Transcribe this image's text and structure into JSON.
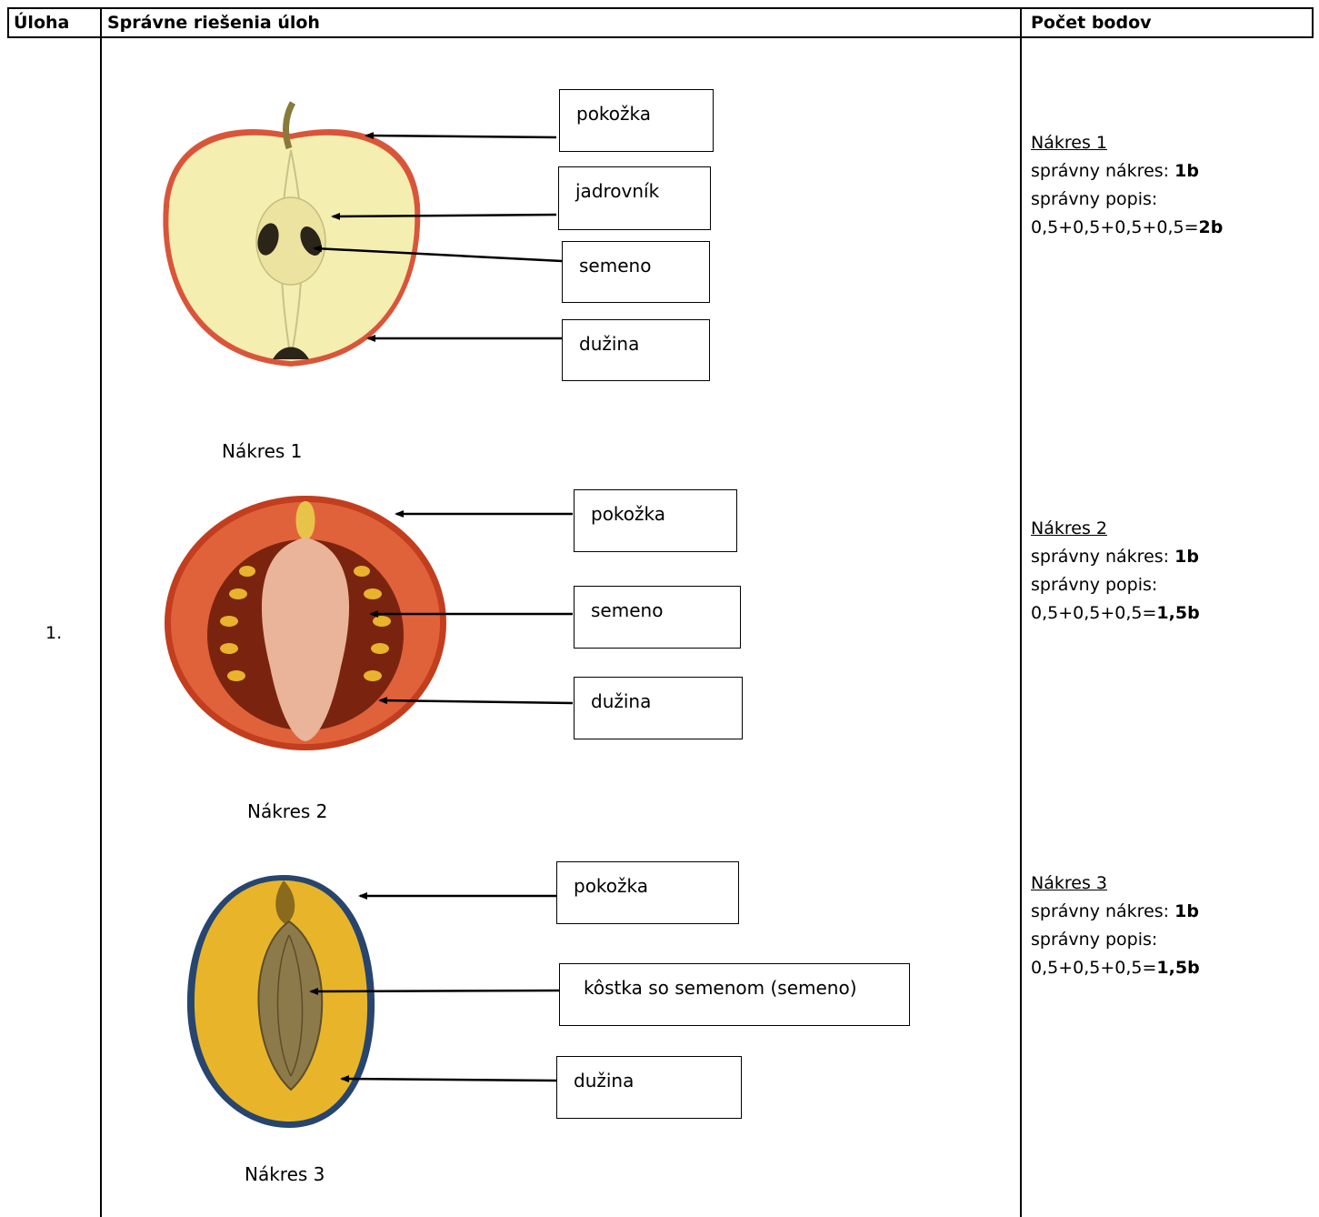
{
  "header": {
    "task": "Úloha",
    "solutions": "Správne riešenia úloh",
    "points": "Počet bodov"
  },
  "task_number": "1.",
  "drawings": [
    {
      "caption": "Nákres 1",
      "labels": [
        "pokožka",
        "jadrovník",
        "semeno",
        "dužina"
      ]
    },
    {
      "caption": "Nákres 2",
      "labels": [
        "pokožka",
        "semeno",
        "dužina"
      ]
    },
    {
      "caption": "Nákres 3",
      "labels": [
        "pokožka",
        "kôstka so semenom (semeno)",
        "dužina"
      ]
    }
  ],
  "scoring": [
    {
      "title": "Nákres 1",
      "drawing_prefix": "správny nákres: ",
      "drawing_points": "1b",
      "desc_label": "správny popis:",
      "desc_prefix": "0,5+0,5+0,5+0,5=",
      "desc_points": "2b"
    },
    {
      "title": "Nákres 2",
      "drawing_prefix": "správny nákres: ",
      "drawing_points": "1b",
      "desc_label": "správny popis:",
      "desc_prefix": "0,5+0,5+0,5=",
      "desc_points": "1,5b"
    },
    {
      "title": "Nákres 3",
      "drawing_prefix": "správny nákres: ",
      "drawing_points": "1b",
      "desc_label": "správny popis:",
      "desc_prefix": "0,5+0,5+0,5=",
      "desc_points": "1,5b"
    }
  ]
}
